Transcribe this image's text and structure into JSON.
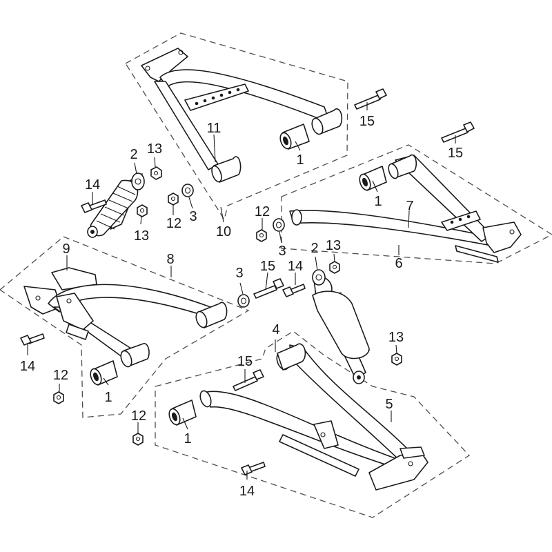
{
  "callouts": [
    {
      "id": "c1a",
      "text": "1"
    },
    {
      "id": "c1b",
      "text": "1"
    },
    {
      "id": "c1c",
      "text": "1"
    },
    {
      "id": "c1d",
      "text": "1"
    },
    {
      "id": "c2a",
      "text": "2"
    },
    {
      "id": "c2b",
      "text": "2"
    },
    {
      "id": "c3a",
      "text": "3"
    },
    {
      "id": "c3b",
      "text": "3"
    },
    {
      "id": "c3c",
      "text": "3"
    },
    {
      "id": "c4",
      "text": "4"
    },
    {
      "id": "c5",
      "text": "5"
    },
    {
      "id": "c6",
      "text": "6"
    },
    {
      "id": "c7",
      "text": "7"
    },
    {
      "id": "c8",
      "text": "8"
    },
    {
      "id": "c9",
      "text": "9"
    },
    {
      "id": "c10",
      "text": "10"
    },
    {
      "id": "c11",
      "text": "11"
    },
    {
      "id": "c12a",
      "text": "12"
    },
    {
      "id": "c12b",
      "text": "12"
    },
    {
      "id": "c12c",
      "text": "12"
    },
    {
      "id": "c12d",
      "text": "12"
    },
    {
      "id": "c13a",
      "text": "13"
    },
    {
      "id": "c13b",
      "text": "13"
    },
    {
      "id": "c13c",
      "text": "13"
    },
    {
      "id": "c13d",
      "text": "13"
    },
    {
      "id": "c14a",
      "text": "14"
    },
    {
      "id": "c14b",
      "text": "14"
    },
    {
      "id": "c14c",
      "text": "14"
    },
    {
      "id": "c14d",
      "text": "14"
    },
    {
      "id": "c15a",
      "text": "15"
    },
    {
      "id": "c15b",
      "text": "15"
    },
    {
      "id": "c15c",
      "text": "15"
    },
    {
      "id": "c15d",
      "text": "15"
    }
  ]
}
